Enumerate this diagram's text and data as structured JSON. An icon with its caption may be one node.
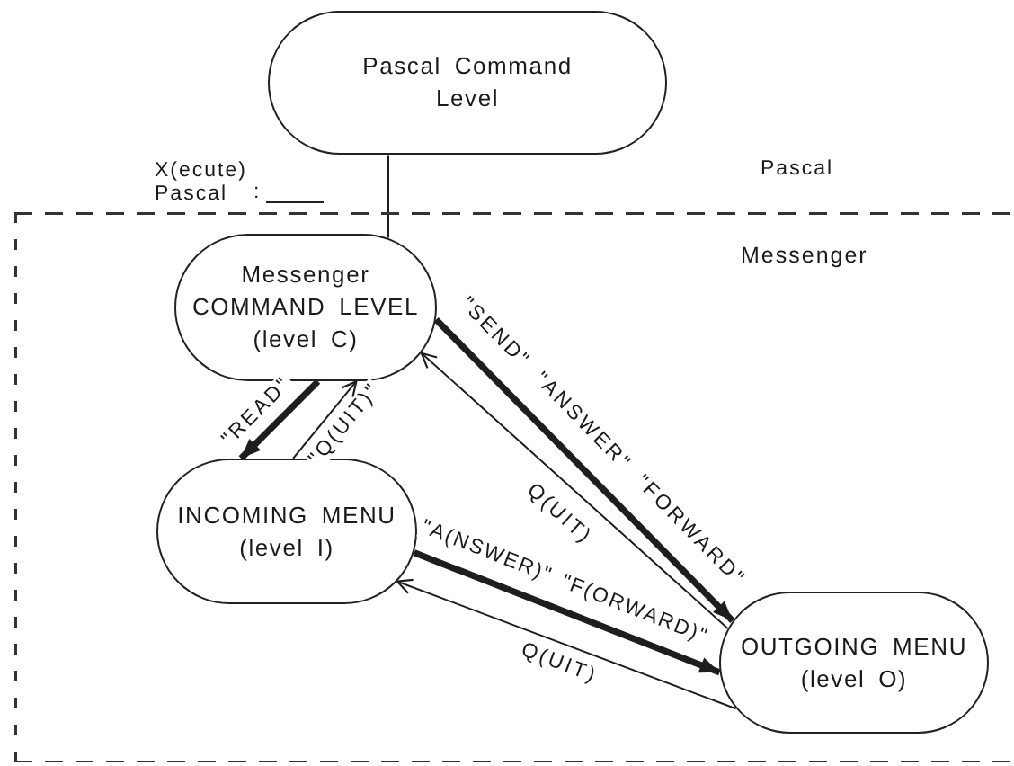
{
  "diagram": {
    "nodes": [
      {
        "text": [
          "Pascal Command Level"
        ]
      },
      {
        "text": [
          "Messenger"
        ]
      },
      {
        "text": [
          "Messenger COMMAND LEVEL",
          "(level C)"
        ],
        "in": 1
      },
      {
        "text": [
          "INCOMING MENU",
          "(level I)"
        ],
        "in": 1
      },
      {
        "text": [
          "OUTGOING MENU",
          "(level O)"
        ],
        "in": 1
      }
    ],
    "edges": [
      {
        "from": 0,
        "to": 2,
        "arrow": "none"
      },
      {
        "from": 2,
        "to": 3,
        "arrow": "to",
        "label": "\"READ\"",
        "style": "thick"
      },
      {
        "from": 3,
        "to": 2,
        "arrow": "to",
        "label": "\"Q(UIT)\""
      },
      {
        "from": 2,
        "to": 4,
        "arrow": "to",
        "label": "\"SEND\" \"ANSWER\" \"FORWARD\"",
        "style": "thick"
      },
      {
        "from": 4,
        "to": 2,
        "arrow": "to",
        "label": "Q(UIT)"
      },
      {
        "from": 3,
        "to": 4,
        "arrow": "to",
        "label": "\"A(NSWER)\" \"F(ORWARD)\"",
        "style": "thick"
      },
      {
        "from": 4,
        "to": 3,
        "arrow": "to",
        "label": "Q(UIT)"
      }
    ],
    "labels": [
      "X(ecute) Pascal",
      "Pascal",
      ":"
    ]
  }
}
